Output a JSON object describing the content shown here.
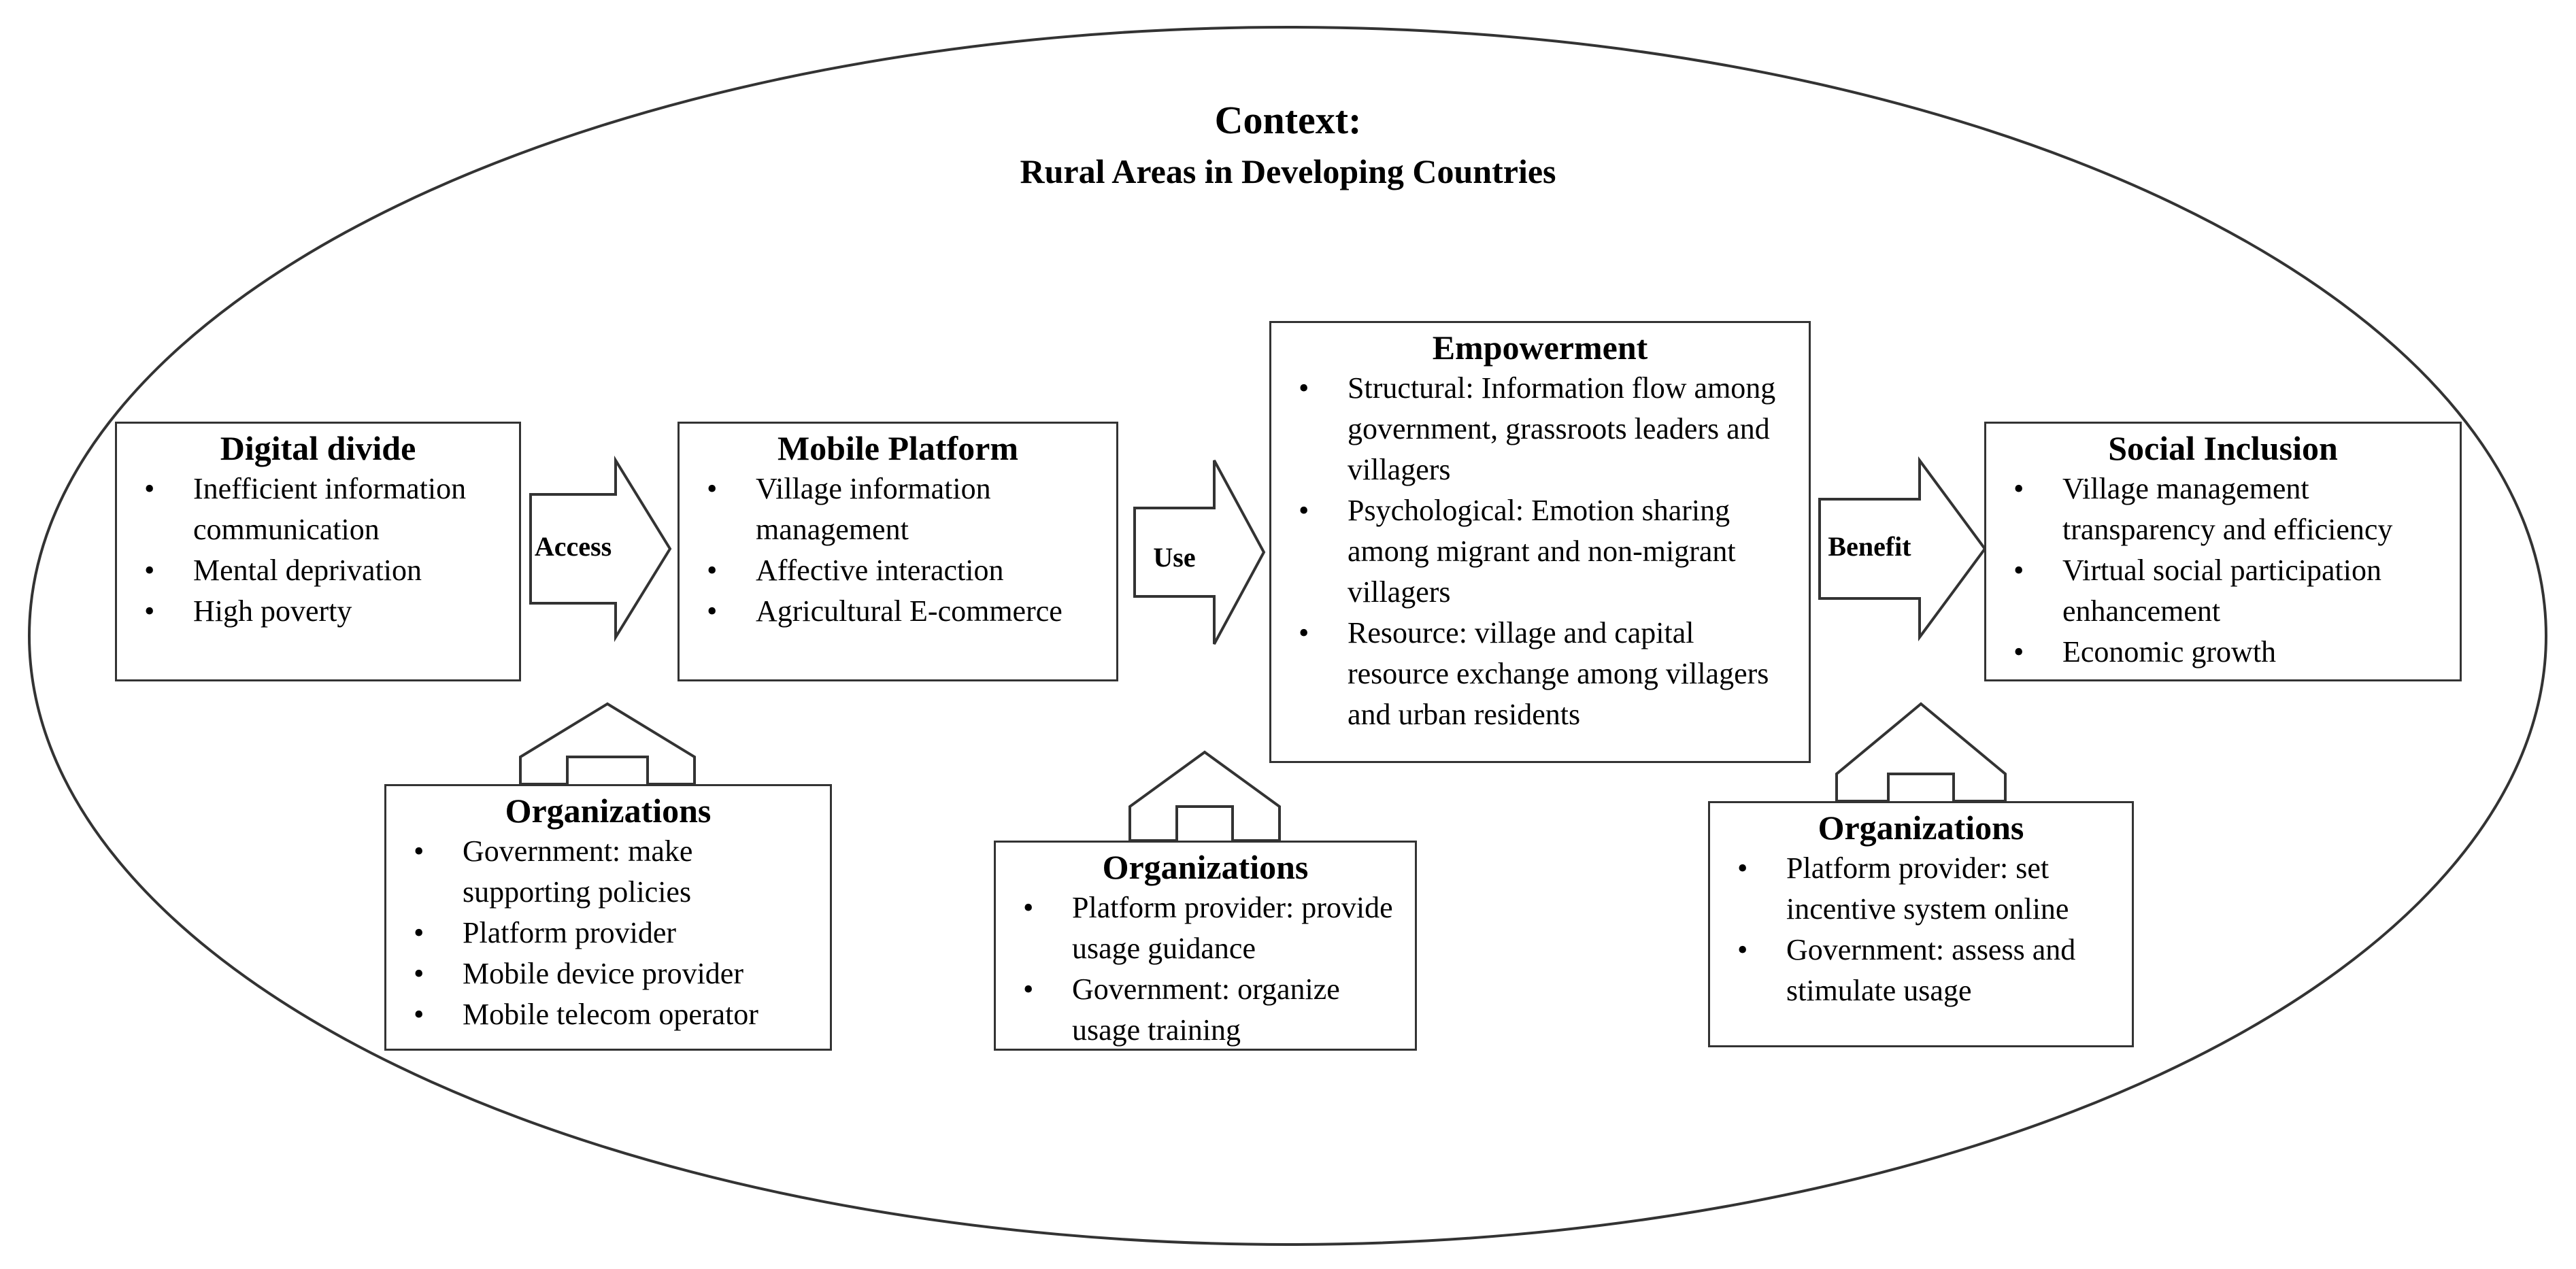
{
  "context": {
    "title": "Context:",
    "subtitle": "Rural Areas in Developing Countries"
  },
  "boxes": {
    "digital_divide": {
      "title": "Digital divide",
      "items": [
        "Inefficient information communication",
        "Mental deprivation",
        "High poverty"
      ]
    },
    "mobile_platform": {
      "title": "Mobile Platform",
      "items": [
        "Village information management",
        "Affective interaction",
        "Agricultural E-commerce"
      ]
    },
    "empowerment": {
      "title": "Empowerment",
      "items": [
        "Structural: Information flow among government, grassroots leaders and villagers",
        "Psychological: Emotion sharing among  migrant and non-migrant villagers",
        "Resource: village and capital resource exchange among villagers and urban residents"
      ]
    },
    "social_inclusion": {
      "title": "Social Inclusion",
      "items": [
        "Village management transparency and efficiency",
        "Virtual social participation enhancement",
        "Economic growth"
      ]
    },
    "org_access": {
      "title": "Organizations",
      "items": [
        "Government: make supporting policies",
        "Platform provider",
        "Mobile device provider",
        "Mobile telecom operator"
      ]
    },
    "org_use": {
      "title": "Organizations",
      "items": [
        "Platform provider: provide usage guidance",
        "Government: organize usage training"
      ]
    },
    "org_benefit": {
      "title": "Organizations",
      "items": [
        "Platform provider: set incentive system online",
        "Government:  assess and stimulate usage"
      ]
    }
  },
  "arrows": {
    "access": "Access",
    "use": "Use",
    "benefit": "Benefit"
  }
}
